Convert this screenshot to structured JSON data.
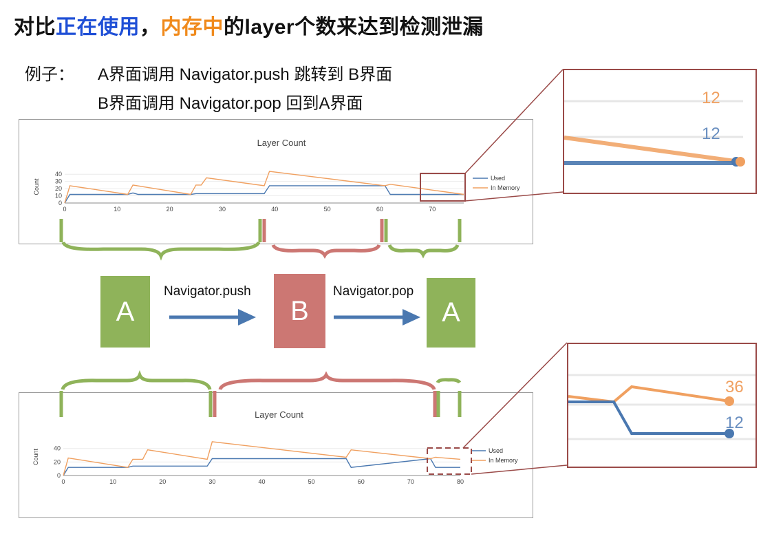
{
  "title": {
    "part1": "对比",
    "part2": "正在使用",
    "part3": "，",
    "part4": "内存中",
    "part5": "的layer个数来达到检测泄漏"
  },
  "example": {
    "label": "例子：",
    "line1": "A界面调用 Navigator.push 跳转到 B界面",
    "line2": "B界面调用 Navigator.pop 回到A界面"
  },
  "flow": {
    "box_a": "A",
    "push_label": "Navigator.push",
    "box_b": "B",
    "pop_label": "Navigator.pop",
    "box_a2": "A"
  },
  "colors": {
    "used": "#4a78b0",
    "in_memory": "#f0a060",
    "green": "#8fb35a",
    "red": "#cc7773",
    "frame": "#9a4a48",
    "title_blue": "#1f4fd6",
    "title_orange": "#f08a1c"
  },
  "chart_data": [
    {
      "type": "line",
      "title": "Layer Count",
      "ylabel": "Count",
      "xlim": [
        0,
        76
      ],
      "ylim": [
        0,
        45
      ],
      "xticks": [
        0,
        10,
        20,
        30,
        40,
        50,
        60,
        70
      ],
      "yticks": [
        0,
        10,
        20,
        30,
        40
      ],
      "legend_position": "right",
      "series": [
        {
          "name": "Used",
          "color": "#4a78b0",
          "x": [
            0,
            1,
            12,
            13,
            14,
            24,
            25,
            38,
            39,
            61,
            62,
            76
          ],
          "y": [
            0,
            12,
            12,
            14,
            12,
            12,
            13,
            13,
            24,
            24,
            12,
            12
          ]
        },
        {
          "name": "In Memory",
          "color": "#f0a060",
          "x": [
            0,
            1,
            12,
            13,
            24,
            25,
            26,
            27,
            38,
            39,
            61,
            62,
            76
          ],
          "y": [
            0,
            24,
            12,
            25,
            12,
            25,
            25,
            35,
            24,
            44,
            24,
            26,
            12
          ]
        }
      ],
      "zoom_labels": {
        "in_memory": "12",
        "used": "12"
      }
    },
    {
      "type": "line",
      "title": "Layer Count",
      "ylabel": "Count",
      "xlim": [
        0,
        80
      ],
      "ylim": [
        0,
        55
      ],
      "xticks": [
        0,
        10,
        20,
        30,
        40,
        50,
        60,
        70,
        80
      ],
      "yticks": [
        0,
        20,
        40
      ],
      "legend_position": "right",
      "series": [
        {
          "name": "Used",
          "color": "#4a78b0",
          "x": [
            0,
            1,
            13,
            14,
            29,
            30,
            57,
            58,
            74,
            75,
            80
          ],
          "y": [
            0,
            12,
            12,
            14,
            14,
            25,
            25,
            12,
            25,
            12,
            12
          ]
        },
        {
          "name": "In Memory",
          "color": "#f0a060",
          "x": [
            0,
            1,
            13,
            14,
            16,
            17,
            29,
            30,
            57,
            58,
            74,
            75,
            80
          ],
          "y": [
            0,
            26,
            12,
            24,
            24,
            38,
            24,
            50,
            27,
            38,
            25,
            27,
            24
          ]
        }
      ],
      "zoom_labels": {
        "in_memory": "36",
        "used": "12"
      }
    }
  ]
}
